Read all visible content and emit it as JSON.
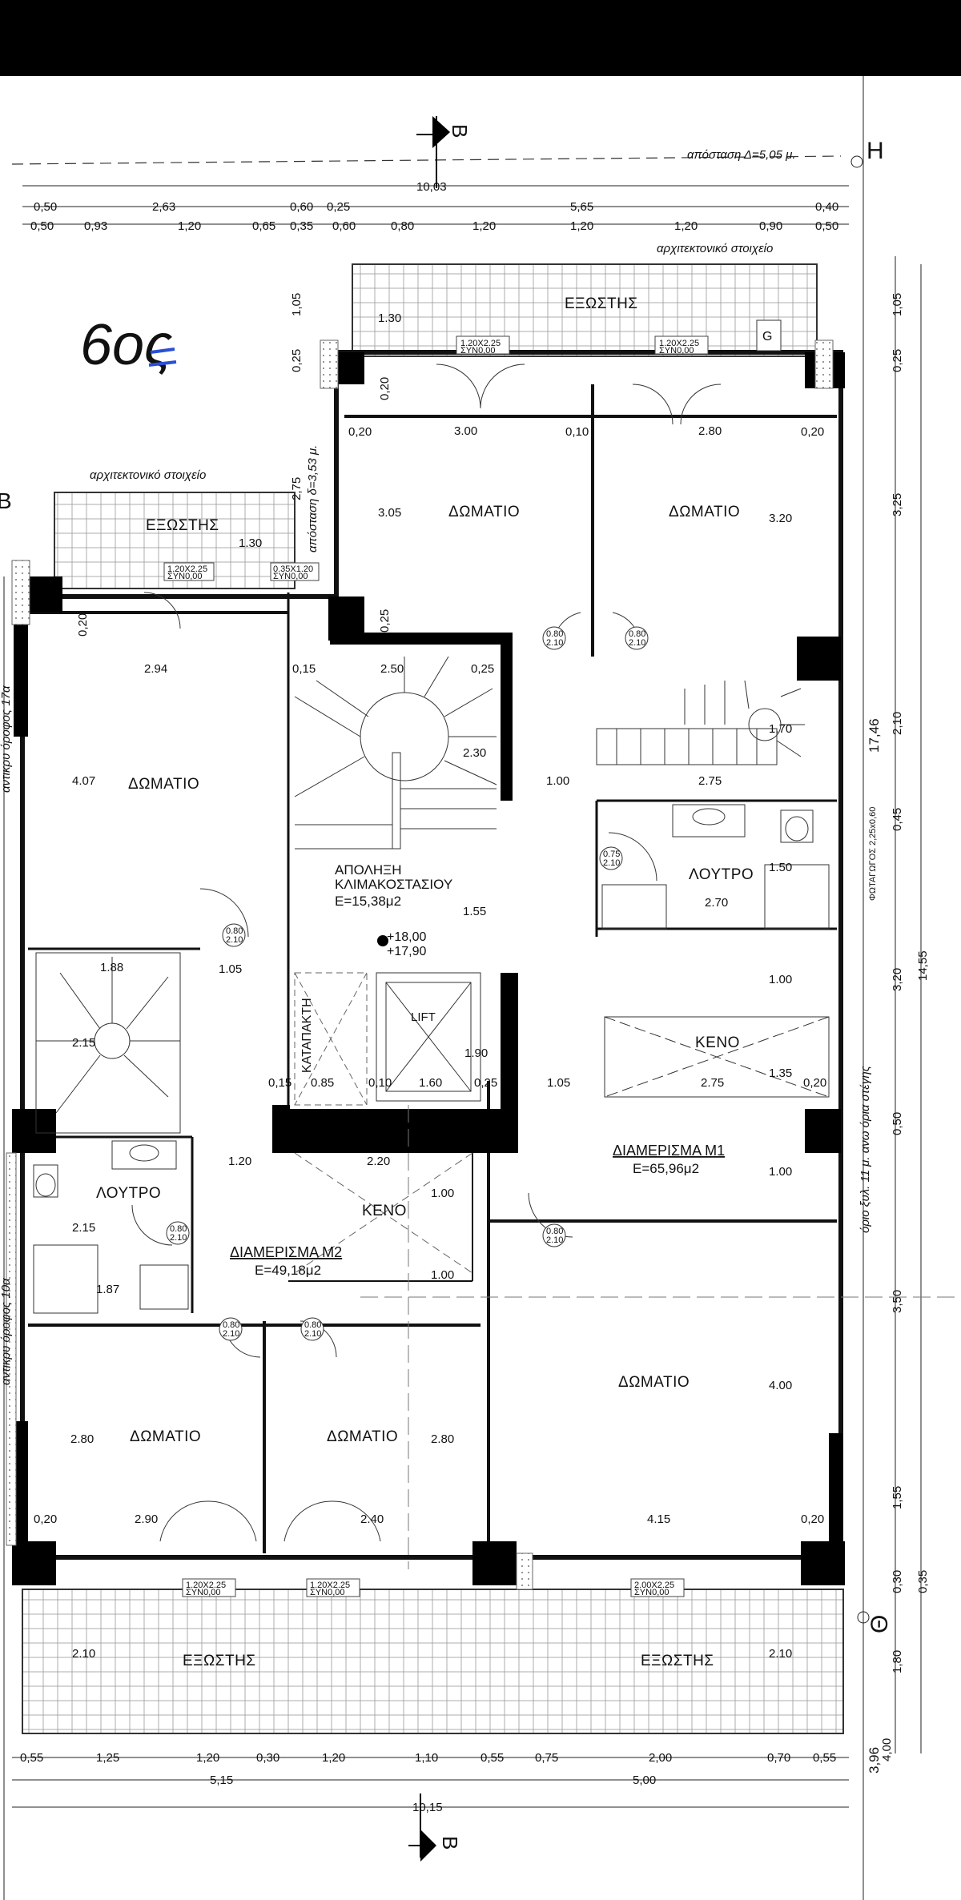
{
  "annotation": {
    "handwritten": "6ος"
  },
  "header": {
    "distance_note": "απόσταση Δ=5,05 μ.",
    "grid_H": "Η",
    "grid_Theta": "Θ",
    "grid_B_left": "Β",
    "section_B": "Β"
  },
  "dims_top": {
    "total": "10,03",
    "row1": [
      "0,50",
      "2,63",
      "0,60",
      "0,25",
      "5,65",
      "0,40"
    ],
    "row2": [
      "0,50",
      "0,93",
      "1,20",
      "0,65",
      "0,35",
      "0,60",
      "0,80",
      "1,20",
      "1,20",
      "1,20",
      "0,90",
      "0,50"
    ]
  },
  "dims_bottom": {
    "row1": [
      "0,55",
      "1,25",
      "1,20",
      "0,30",
      "1,20",
      "1,10",
      "0,55",
      "0,75",
      "2,00",
      "0,70",
      "0,55"
    ],
    "row2": [
      "5,15",
      "5,00"
    ],
    "total": "10,15"
  },
  "dims_right": {
    "segments": [
      "1,05",
      "0,25",
      "3,25",
      "2,10",
      "0,45",
      "3,20",
      "0,50",
      "3,50",
      "1,55",
      "0,30",
      "1,80"
    ],
    "totals": [
      "17,46",
      "14,55",
      "0,35",
      "4,00",
      "3,96"
    ],
    "light_note": "ΦΩΤΑΓΩΓΟΣ 2,25x0,60",
    "side_note": "όριο ξυλ. 11 μ. ανω όρια στέγης"
  },
  "dims_left": {
    "note_top": "αντικρυ όροφος 17α",
    "note_bottom": "αντικρυ όροφος 10α"
  },
  "rooms": {
    "balcony_top": "ΕΞΩΣΤΗΣ",
    "balcony_left": "ΕΞΩΣΤΗΣ",
    "balcony_bottom_left": "ΕΞΩΣΤΗΣ",
    "balcony_bottom_right": "ΕΞΩΣΤΗΣ",
    "room_top_mid": "ΔΩΜΑΤΙΟ",
    "room_top_right": "ΔΩΜΑΤΙΟ",
    "room_left": "ΔΩΜΑΤΙΟ",
    "room_bottom_left": "ΔΩΜΑΤΙΟ",
    "room_bottom_mid": "ΔΩΜΑΤΙΟ",
    "room_bottom_right": "ΔΩΜΑΤΙΟ",
    "bath_left": "ΛΟΥΤΡΟ",
    "bath_right": "ΛΟΥΤΡΟ",
    "void_right": "ΚΕΝΟ",
    "void_mid": "ΚΕΝΟ",
    "lift": "LIFT",
    "hatch": "ΚΑΤΑΠΑΚΤΗ",
    "stair_title_1": "ΑΠΟΛΗΞΗ",
    "stair_title_2": "ΚΛΙΜΑΚΟΣΤΑΣΙΟΥ",
    "stair_area": "Ε=15,38μ2",
    "level_1": "+18,00",
    "level_2": "+17,90",
    "arch_note_top": "αρχιτεκτονικό στοιχείο",
    "arch_note_left": "αρχιτεκτονικό στοιχείο",
    "gas": "G"
  },
  "apartments": {
    "m1_name": "ΔΙΑΜΕΡΙΣΜΑ Μ1",
    "m1_area": "Ε=65,96μ2",
    "m2_name": "ΔΙΑΜΕΡΙΣΜΑ Μ2",
    "m2_area": "Ε=49,18μ2"
  },
  "inner_dims": [
    "1.30",
    "3.00",
    "2.80",
    "0,20",
    "0,10",
    "0,20",
    "3.05",
    "3.20",
    "0,20",
    "0,25",
    "0,15",
    "2.50",
    "0,25",
    "1.30",
    "0,20",
    "2.94",
    "4.07",
    "2.30",
    "1.00",
    "2.75",
    "1.70",
    "1.50",
    "2.70",
    "1.55",
    "1.88",
    "1.05",
    "2.15",
    "0,15",
    "0.85",
    "0,10",
    "1.60",
    "1.90",
    "0,25",
    "1.05",
    "2.75",
    "1.35",
    "0,20",
    "1.20",
    "2.20",
    "1.00",
    "1.00",
    "1.00",
    "1.00",
    "2.15",
    "1.87",
    "2.80",
    "2.80",
    "4.00",
    "0,20",
    "2.90",
    "2.40",
    "4.15",
    "0,20",
    "2.10",
    "2.10",
    "2,75",
    "απόσταση δ=3,53 μ.",
    "1,05",
    "0,25"
  ],
  "openings": {
    "win_a": "1.20X2.25",
    "win_b": "1.20X2.25",
    "win_c": "1.20X2.25",
    "win_d": "0.35X1.20",
    "win_e": "1.20X2.25",
    "win_f": "1.20X2.25",
    "win_g": "2.00X2.25",
    "syn": "ΣΥΝ0,00",
    "door_080": "0.80",
    "door_210": "2.10",
    "door_075": "0.75"
  }
}
